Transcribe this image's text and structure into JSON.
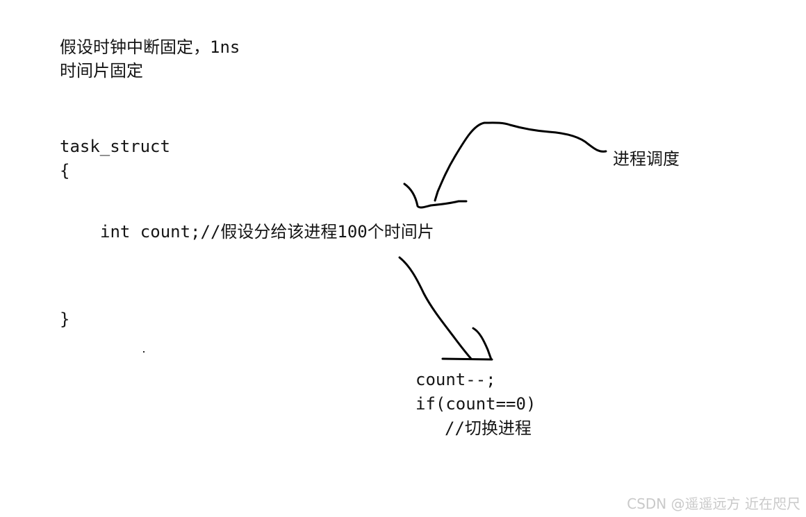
{
  "notes": {
    "line1": "假设时钟中断固定，1ns",
    "line2": "时间片固定"
  },
  "code": {
    "struct_name": "task_struct",
    "open_brace": "{",
    "field": "int count;//假设分给该进程100个时间片",
    "close_brace": "}"
  },
  "annotations": {
    "scheduling": "进程调度"
  },
  "handler": {
    "line1": "count--;",
    "line2": "if(count==0)",
    "line3": "//切换进程"
  },
  "watermark": "CSDN @遥遥远方 近在咫尺",
  "colors": {
    "text": "#151515",
    "strokes": "#000000",
    "watermark": "#c9c9c9",
    "background": "#ffffff"
  }
}
